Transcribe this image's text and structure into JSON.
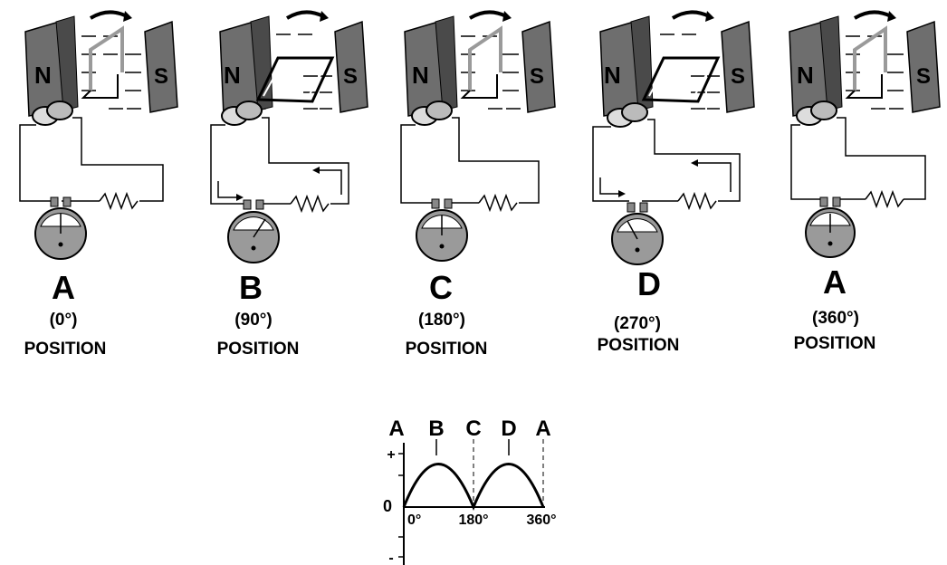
{
  "panels": [
    {
      "letter": "A",
      "angle": "(0°)",
      "position_label": "POSITION"
    },
    {
      "letter": "B",
      "angle": "(90°)",
      "position_label": "POSITION"
    },
    {
      "letter": "C",
      "angle": "(180°)",
      "position_label": "POSITION"
    },
    {
      "letter": "D",
      "angle": "(270°)",
      "position_label": "POSITION"
    },
    {
      "letter": "A",
      "angle": "(360°)",
      "position_label": "POSITION"
    }
  ],
  "magnets": {
    "north": "N",
    "south": "S"
  },
  "graph": {
    "top_labels": [
      "A",
      "B",
      "C",
      "D",
      "A"
    ],
    "y_plus": "+",
    "y_zero": "0",
    "y_minus": "-",
    "x_ticks": [
      "0°",
      "180°",
      "360°"
    ]
  },
  "colors": {
    "magnet": "#6e6e6e",
    "magnet_dark": "#4a4a4a",
    "wire": "#000000",
    "coil": "#9a9a9a"
  }
}
